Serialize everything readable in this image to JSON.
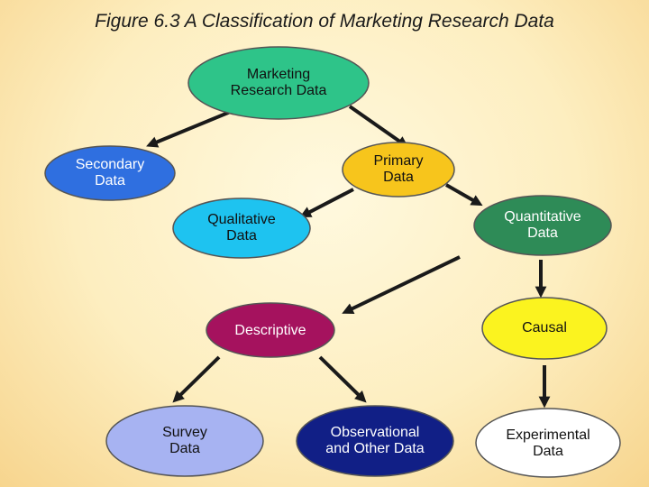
{
  "title": "Figure 6.3  A Classification of Marketing Research Data",
  "nodes": {
    "marketing_research_data": {
      "text": "Marketing\nResearch Data",
      "fill": "#2ec489",
      "text_color": "#111111"
    },
    "secondary_data": {
      "text": "Secondary\nData",
      "fill": "#2f6fe0",
      "text_color": "#ffffff"
    },
    "primary_data": {
      "text": "Primary\nData",
      "fill": "#f7c51c",
      "text_color": "#111111"
    },
    "qualitative_data": {
      "text": "Qualitative\nData",
      "fill": "#1ec3f0",
      "text_color": "#111111"
    },
    "quantitative_data": {
      "text": "Quantitative\nData",
      "fill": "#2e8b57",
      "text_color": "#ffffff"
    },
    "descriptive": {
      "text": "Descriptive",
      "fill": "#a5125e",
      "text_color": "#ffffff"
    },
    "causal": {
      "text": "Causal",
      "fill": "#fbf31f",
      "text_color": "#111111"
    },
    "survey_data": {
      "text": "Survey\nData",
      "fill": "#a7b3f2",
      "text_color": "#111111"
    },
    "observational_data": {
      "text": "Observational\nand Other Data",
      "fill": "#111f86",
      "text_color": "#ffffff"
    },
    "experimental_data": {
      "text": "Experimental\nData",
      "fill": "#ffffff",
      "text_color": "#111111"
    }
  },
  "edges": [
    [
      "marketing_research_data",
      "secondary_data"
    ],
    [
      "marketing_research_data",
      "primary_data"
    ],
    [
      "primary_data",
      "qualitative_data"
    ],
    [
      "primary_data",
      "quantitative_data"
    ],
    [
      "quantitative_data",
      "descriptive"
    ],
    [
      "quantitative_data",
      "causal"
    ],
    [
      "descriptive",
      "survey_data"
    ],
    [
      "descriptive",
      "observational_data"
    ],
    [
      "causal",
      "experimental_data"
    ]
  ]
}
